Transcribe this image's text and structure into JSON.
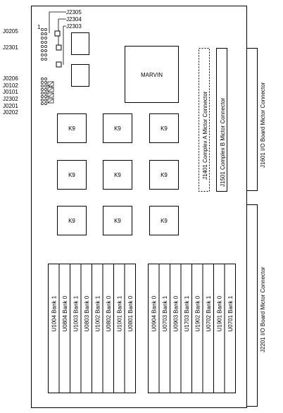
{
  "left_labels": {
    "j0205": "J0205",
    "j2301": "J2301",
    "j0206": "J0206",
    "j0102": "J0102",
    "j0101": "J0101",
    "j2302": "J2302",
    "j0201": "J0201",
    "j0202": "J0202"
  },
  "top_labels": {
    "pin_one": "1",
    "j2305": "J2305",
    "j2304": "J2304",
    "j2303": "J2303"
  },
  "main_chip": "MARVIN",
  "k9_chips": [
    "K9",
    "K9",
    "K9",
    "K9",
    "K9",
    "K9",
    "K9",
    "K9",
    "K9"
  ],
  "mictor_connectors": {
    "j1401": "J1401  Complex  A  Mictor  Connector",
    "j1501": "J1501  Complex  B  Mictor  Connector"
  },
  "board_connectors": {
    "j1601": "J1601  I/O Board Mictor Connector",
    "j2201": "J2201  I/O Board Mictor Connector"
  },
  "dimm_slots": {
    "left": [
      "U1004   Bank  1",
      "U0804   Bank  0",
      "U1003   Bank  1",
      "U0803   Bank  0",
      "U1002   Bank  1",
      "U0802   Bank  0",
      "U1001   Bank  1",
      "U0801   Bank  0"
    ],
    "right": [
      "U0904   Bank  0",
      "U0703   Bank  1",
      "U0903   Bank  0",
      "U1703   Bank  1",
      "U1902   Bank  0",
      "U0702   Bank  1",
      "U1901   Bank  0",
      "U0701   Bank  1"
    ]
  }
}
